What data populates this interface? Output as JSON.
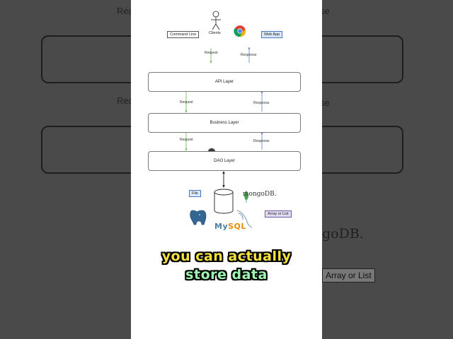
{
  "background": {
    "text_top": "Requ",
    "text_top_right": "se",
    "text_mid": "Req",
    "text_mid_right": "se",
    "mongo_fragment": "goDB.",
    "chip": "Array or List"
  },
  "diagram": {
    "clients_label": "Clients",
    "command_line": "Command Line",
    "web_app": "Web App",
    "arrows": {
      "top_request": "Request",
      "top_response": "Response",
      "mid_request": "Request",
      "mid_response": "Response",
      "low_request": "Request",
      "low_response": "Response"
    },
    "layers": {
      "api": "API Layer",
      "business": "Business Layer",
      "dao": "DAO Layer"
    },
    "storage": {
      "file": "File",
      "mongodb": "mongoDB.",
      "array_or_list": "Array or List",
      "mysql_my": "My",
      "mysql_sql": "SQL"
    },
    "colors": {
      "request_arrow": "#6ab04c",
      "response_arrow": "#5b7fc7",
      "mongo_leaf": "#4aa34a",
      "postgres_blue": "#336791"
    }
  },
  "caption": {
    "line1": "you can actually",
    "line2": "store data"
  }
}
